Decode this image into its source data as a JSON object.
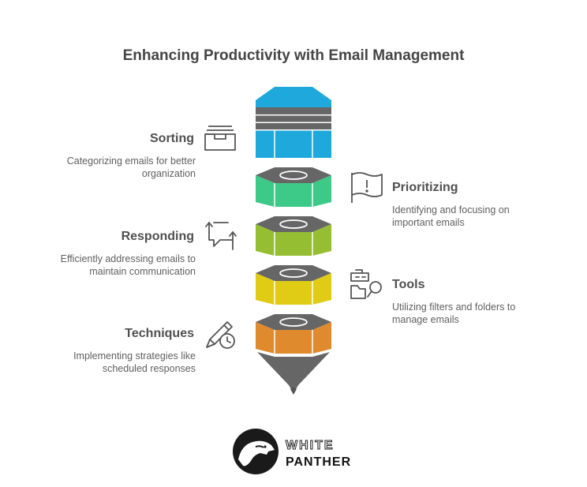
{
  "title": "Enhancing Productivity with Email Management",
  "steps": [
    {
      "heading": "Sorting",
      "description": "Categorizing emails for better organization",
      "color": "#1EA8DB",
      "icon": "inbox-tray-icon"
    },
    {
      "heading": "Prioritizing",
      "description": "Identifying and focusing on important emails",
      "color": "#3DC987",
      "icon": "flag-exclamation-icon"
    },
    {
      "heading": "Responding",
      "description": "Efficiently addressing emails to maintain communication",
      "color": "#96BE33",
      "icon": "chat-arrows-icon"
    },
    {
      "heading": "Tools",
      "description": "Utilizing filters and folders to manage emails",
      "color": "#E0CB15",
      "icon": "folder-search-icon"
    },
    {
      "heading": "Techniques",
      "description": "Implementing strategies like scheduled responses",
      "color": "#E08A2E",
      "icon": "pencil-clock-icon"
    }
  ],
  "logo": {
    "line1": "WHITE",
    "line2": "PANTHER"
  }
}
